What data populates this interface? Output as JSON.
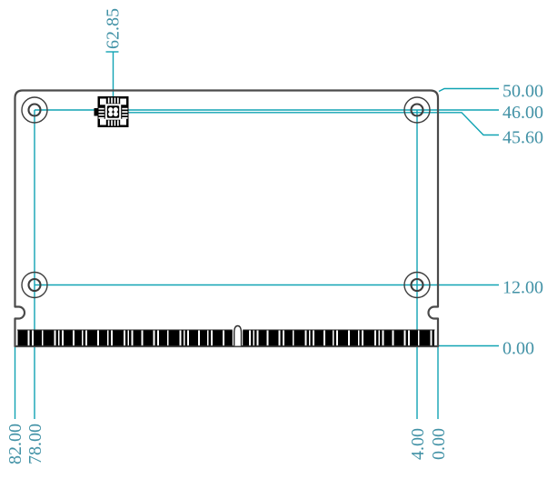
{
  "drawing": {
    "type": "mechanical-dimension-drawing",
    "colors": {
      "dimension_line": "#10a3b3",
      "dimension_text": "#4292a6",
      "outline": "#4a4a4a",
      "hole_stroke": "#3d3d3d",
      "pad_fill": "#000000",
      "connector_stroke": "#2a2a2a"
    },
    "dim_right": [
      {
        "label": "50.00"
      },
      {
        "label": "46.00"
      },
      {
        "label": "45.60"
      },
      {
        "label": "12.00"
      },
      {
        "label": "0.00"
      }
    ],
    "dim_bottom": [
      {
        "label": "82.00"
      },
      {
        "label": "78.00"
      },
      {
        "label": "4.00"
      },
      {
        "label": "0.00"
      }
    ],
    "dim_top": [
      {
        "label": "62.85"
      }
    ]
  }
}
